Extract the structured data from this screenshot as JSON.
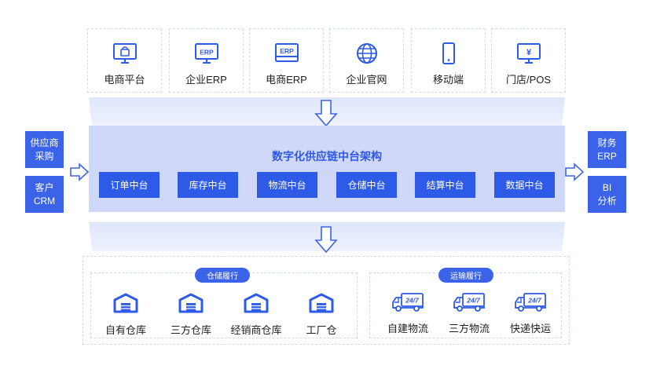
{
  "channels": [
    {
      "label": "电商平台",
      "icon": "shopping-monitor-icon"
    },
    {
      "label": "企业ERP",
      "icon": "erp-monitor-icon"
    },
    {
      "label": "电商ERP",
      "icon": "erp-window-icon"
    },
    {
      "label": "企业官网",
      "icon": "globe-icon"
    },
    {
      "label": "移动端",
      "icon": "mobile-phone-icon"
    },
    {
      "label": "门店/POS",
      "icon": "pos-terminal-icon"
    }
  ],
  "icon_text": {
    "erp": "ERP",
    "yen": "¥"
  },
  "hub": {
    "title": "数字化供应链中台架构",
    "modules": [
      "订单中台",
      "库存中台",
      "物流中台",
      "仓储中台",
      "结算中台",
      "数据中台"
    ]
  },
  "left_inputs": [
    {
      "line1": "供应商",
      "line2": "采购"
    },
    {
      "line1": "客户",
      "line2": "CRM"
    }
  ],
  "right_outputs": [
    {
      "line1": "财务",
      "line2": "ERP"
    },
    {
      "line1": "BI",
      "line2": "分析"
    }
  ],
  "warehouse": {
    "title": "仓储履行",
    "items": [
      "自有仓库",
      "三方仓库",
      "经销商仓库",
      "工厂仓"
    ]
  },
  "logistics": {
    "title": "运输履行",
    "items": [
      "自建物流",
      "三方物流",
      "快递快运"
    ],
    "truck_badge": "24/7"
  },
  "colors": {
    "primary": "#2e5ae8",
    "hub_bg": "#cfd8f9",
    "funnel": "#e6ecfb",
    "border": "#cfdaf3"
  }
}
